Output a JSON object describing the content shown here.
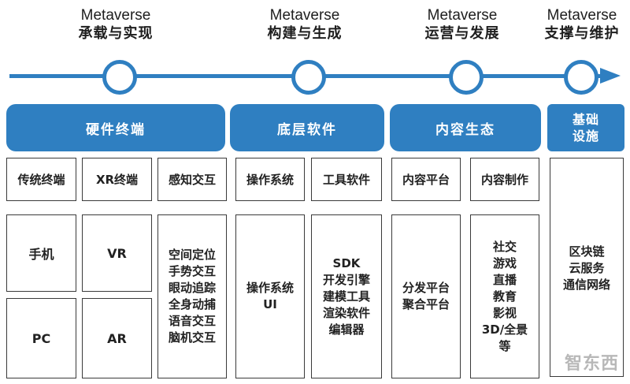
{
  "timeline": {
    "stages": [
      {
        "en": "Metaverse",
        "zh": "承载与实现"
      },
      {
        "en": "Metaverse",
        "zh": "构建与生成"
      },
      {
        "en": "Metaverse",
        "zh": "运营与发展"
      },
      {
        "en": "Metaverse",
        "zh": "支撑与维护"
      }
    ]
  },
  "categories": {
    "hardware": "硬件终端",
    "software": "底层软件",
    "content": "内容生态",
    "infra": "基础设施"
  },
  "subcategories": {
    "traditional": "传统终端",
    "xr": "XR终端",
    "sensing": "感知交互",
    "os": "操作系统",
    "tools": "工具软件",
    "platform": "内容平台",
    "production": "内容制作"
  },
  "items": {
    "phone": "手机",
    "pc": "PC",
    "vr": "VR",
    "ar": "AR",
    "sensing_list": [
      "空间定位",
      "手势交互",
      "眼动追踪",
      "全身动捕",
      "语音交互",
      "脑机交互"
    ],
    "os_list": [
      "操作系统",
      "UI"
    ],
    "tools_list": [
      "SDK",
      "开发引擎",
      "建模工具",
      "渲染软件",
      "编辑器"
    ],
    "platform_list": [
      "分发平台",
      "聚合平台"
    ],
    "production_list": [
      "社交",
      "游戏",
      "直播",
      "教育",
      "影视",
      "3D/全景",
      "等"
    ],
    "infra_list": [
      "区块链",
      "云服务",
      "通信网络"
    ]
  },
  "watermark": "智东西",
  "colors": {
    "accent": "#2f7fc1",
    "border": "#3a3a3a"
  }
}
